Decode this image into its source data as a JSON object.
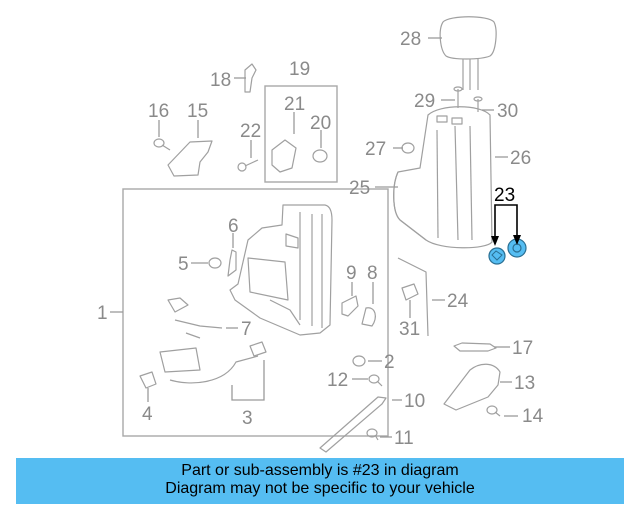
{
  "diagram": {
    "callouts": [
      "1",
      "2",
      "3",
      "4",
      "5",
      "6",
      "7",
      "8",
      "9",
      "10",
      "11",
      "12",
      "13",
      "14",
      "15",
      "16",
      "17",
      "18",
      "19",
      "20",
      "21",
      "22",
      "24",
      "25",
      "26",
      "27",
      "28",
      "29",
      "30",
      "31"
    ],
    "highlighted_callout": "23",
    "highlight_color": "#55bdf2"
  },
  "banner": {
    "line1": "Part or sub-assembly is #23 in diagram",
    "line2": "Diagram may not be specific to your vehicle",
    "background": "#55bdf2"
  }
}
